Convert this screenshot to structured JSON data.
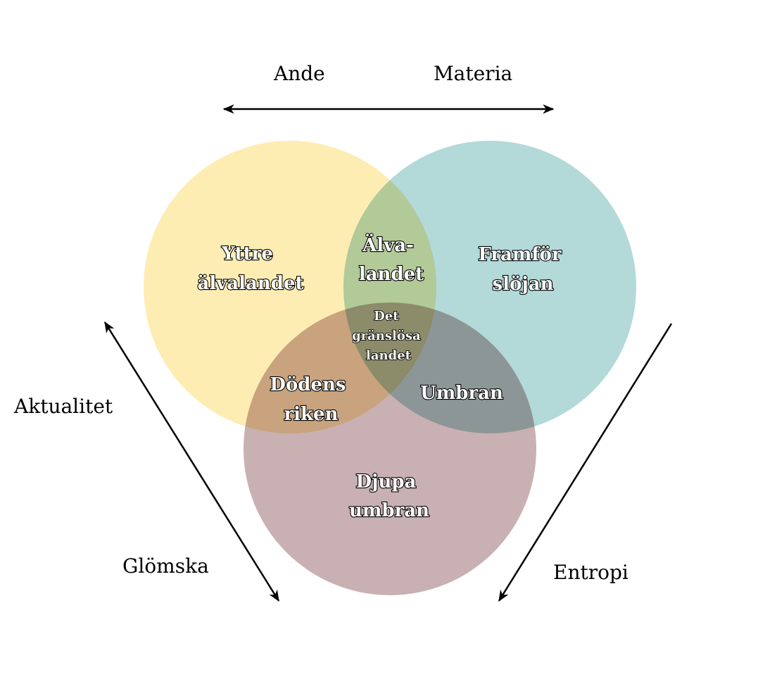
{
  "colors": {
    "circle_yellow": "#FEEDB3",
    "circle_teal": "#B3D9D9",
    "circle_mauve": "#C9B0B2",
    "arrow": "#000000"
  },
  "axes": {
    "top_left": "Ande",
    "top_right": "Materia",
    "left_top": "Aktualitet",
    "left_bottom": "Glömska",
    "right_bottom": "Entropi"
  },
  "regions": {
    "outer_fairyland": [
      "Yttre",
      "älvalandet"
    ],
    "fairyland": [
      "Älva-",
      "landet"
    ],
    "beyond_veil": [
      "Framför",
      "slöjan"
    ],
    "boundless": [
      "Det",
      "gränslösa",
      "landet"
    ],
    "realms_of_death": [
      "Dödens",
      "riken"
    ],
    "umbra": [
      "Umbran"
    ],
    "deep_umbra": [
      "Djupa",
      "umbran"
    ]
  }
}
